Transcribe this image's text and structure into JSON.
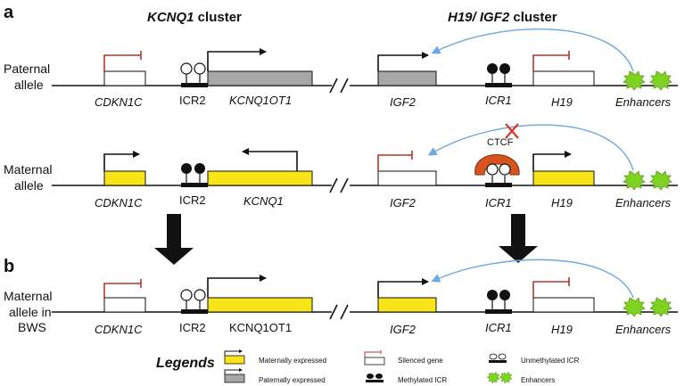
{
  "panels": {
    "a": "a",
    "b": "b"
  },
  "headers": {
    "kcnq1_italic": "KCNQ1",
    "kcnq1_rest": " cluster",
    "h19_italic": "H19/ IGF2",
    "h19_rest": " cluster"
  },
  "rows": {
    "paternal": {
      "line1": "Paternal",
      "line2": "allele"
    },
    "maternal": {
      "line1": "Maternal",
      "line2": "allele"
    },
    "bws": {
      "line1": "Maternal",
      "line2": "allele in",
      "line3": "BWS"
    }
  },
  "labels": {
    "row1": {
      "cdkn1c": "CDKN1C",
      "icr2": "ICR2",
      "kcnq1ot1": "KCNQ1OT1",
      "igf2": "IGF2",
      "icr1": "ICR1",
      "h19": "H19",
      "enhancers": "Enhancers"
    },
    "row2": {
      "cdkn1c": "CDKN1C",
      "icr2": "ICR2",
      "kcnq1": "KCNQ1",
      "igf2": "IGF2",
      "icr1": "ICR1",
      "h19": "H19",
      "enhancers": "Enhancers",
      "ctcf": "CTCF"
    },
    "row3": {
      "cdkn1c": "CDKN1C",
      "icr2": "ICR2",
      "kcnq1ot1": "KCNQ1OT1",
      "igf2": "IGF2",
      "icr1": "ICR1",
      "h19": "H19",
      "enhancers": "Enhancers"
    }
  },
  "legend": {
    "title": "Legends",
    "maternally_expressed": "Maternally expressed",
    "paternally_expressed": "Paternally expressed",
    "silenced_gene": "Silenced gene",
    "methylated_icr": "Methylated ICR",
    "unmethylated_icr": "Unmethylated ICR",
    "enhancers": "Enhancers"
  },
  "colors": {
    "maternal_yellow": "#f7e51a",
    "paternal_gray": "#a7a7a7",
    "silenced_red": "#b5372a",
    "enhancer_green": "#7ed321",
    "loop_blue": "#6fa8dc",
    "ctcf_orange": "#d9531e",
    "block_x_red": "#e0312a"
  }
}
